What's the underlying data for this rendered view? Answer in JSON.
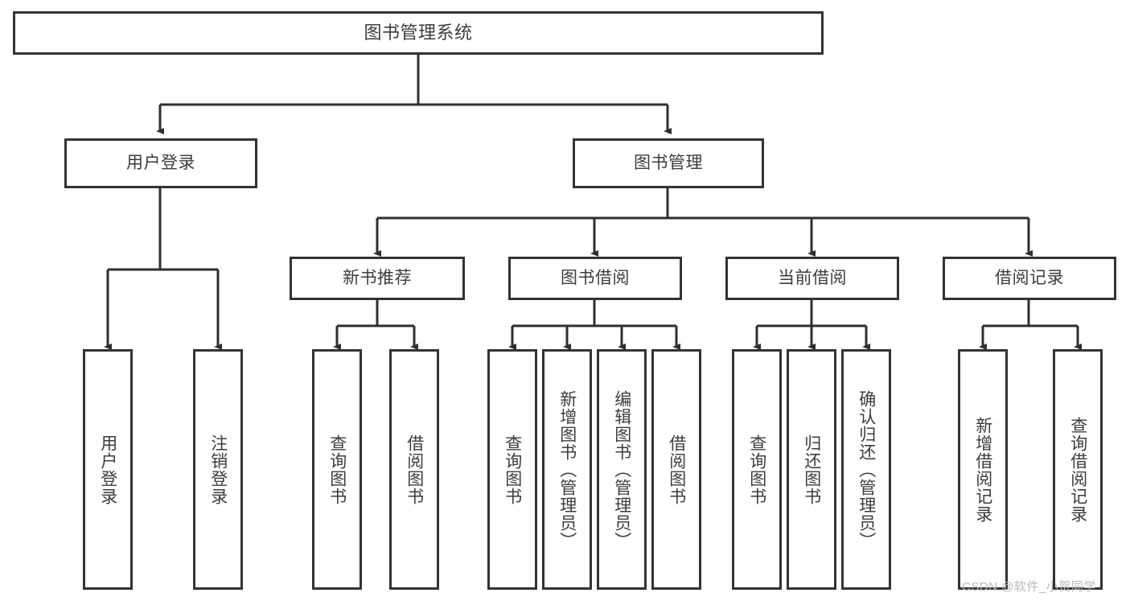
{
  "diagram": {
    "type": "tree-hierarchy",
    "title": "图书管理系统",
    "orientation": "top-down",
    "line_color": "#333333",
    "box_fill": "#ffffff",
    "text_color": "#3c3c3c",
    "levels": 4
  },
  "nodes": {
    "root": {
      "label": "图书管理系统"
    },
    "level2": [
      {
        "id": "user-login",
        "label": "用户登录"
      },
      {
        "id": "book-management",
        "label": "图书管理"
      }
    ],
    "level3": [
      {
        "id": "new-book-recommend",
        "label": "新书推荐"
      },
      {
        "id": "book-borrow",
        "label": "图书借阅"
      },
      {
        "id": "current-borrow",
        "label": "当前借阅"
      },
      {
        "id": "borrow-record",
        "label": "借阅记录"
      }
    ],
    "leaves": {
      "user-login": [
        {
          "id": "leaf-user-login",
          "label": "用户登录"
        },
        {
          "id": "leaf-logout",
          "label": "注销登录"
        }
      ],
      "new-book-recommend": [
        {
          "id": "leaf-query-book-1",
          "label": "查询图书"
        },
        {
          "id": "leaf-borrow-book-1",
          "label": "借阅图书"
        }
      ],
      "book-borrow": [
        {
          "id": "leaf-query-book-2",
          "label": "查询图书"
        },
        {
          "id": "leaf-add-book",
          "label": "新增图书（管理员）"
        },
        {
          "id": "leaf-edit-book",
          "label": "编辑图书（管理员）"
        },
        {
          "id": "leaf-borrow-book-2",
          "label": "借阅图书"
        }
      ],
      "current-borrow": [
        {
          "id": "leaf-query-book-3",
          "label": "查询图书"
        },
        {
          "id": "leaf-return-book",
          "label": "归还图书"
        },
        {
          "id": "leaf-confirm-return",
          "label": "确认归还（管理员）"
        }
      ],
      "borrow-record": [
        {
          "id": "leaf-add-record",
          "label": "新增借阅记录"
        },
        {
          "id": "leaf-query-record",
          "label": "查询借阅记录"
        }
      ]
    }
  },
  "watermark": {
    "text": "CSDN @软件_小贺同学"
  }
}
